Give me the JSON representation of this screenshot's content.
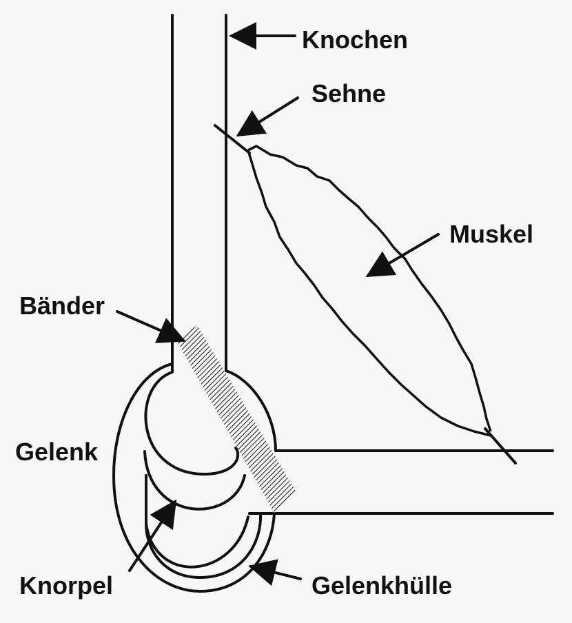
{
  "labels": {
    "knochen": "Knochen",
    "sehne": "Sehne",
    "muskel": "Muskel",
    "baender": "Bänder",
    "gelenk": "Gelenk",
    "knorpel": "Knorpel",
    "gelenkhuelle": "Gelenkhülle"
  },
  "colors": {
    "ink": "#111111",
    "background": "#f7f7f7"
  }
}
